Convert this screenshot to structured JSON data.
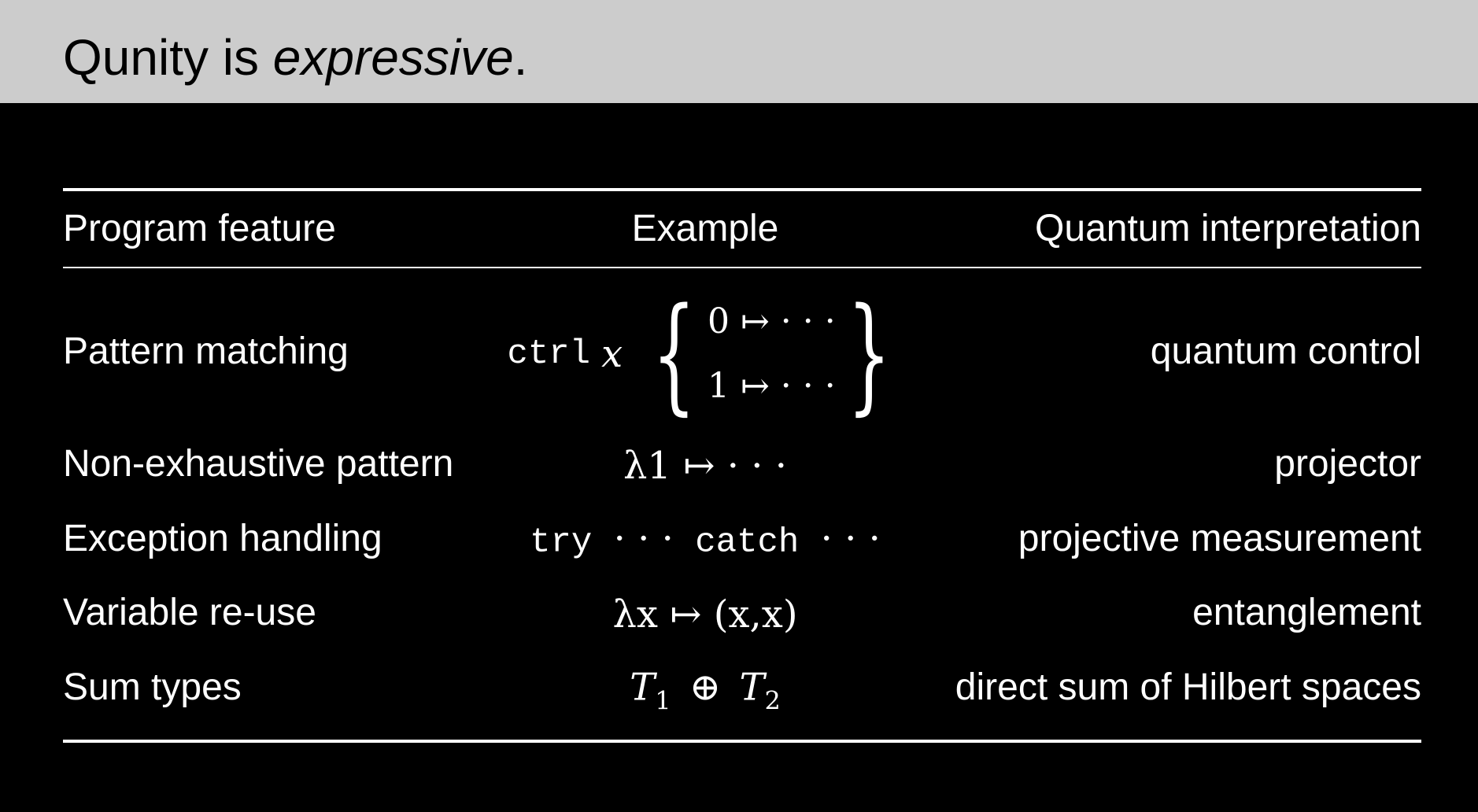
{
  "slide": {
    "title_prefix": "Qunity is ",
    "title_emph": "expressive",
    "title_suffix": "."
  },
  "table": {
    "headers": [
      "Program feature",
      "Example",
      "Quantum interpretation"
    ],
    "rows": [
      {
        "feature": "Pattern matching",
        "example": {
          "keyword": "ctrl",
          "var": "x",
          "case0": "0 ↦ · · ·",
          "case1": "1 ↦ · · ·",
          "lbrace": "{",
          "rbrace": "}"
        },
        "interpretation": "quantum control"
      },
      {
        "feature": "Non-exhaustive pattern",
        "example": "λ1 ↦ · · ·",
        "interpretation": "projector"
      },
      {
        "feature": "Exception handling",
        "example": {
          "kw1": "try",
          "dots1": "· · ·",
          "kw2": "catch",
          "dots2": "· · ·"
        },
        "interpretation": "projective measurement"
      },
      {
        "feature": "Variable re-use",
        "example": "λx ↦ (x,x)",
        "interpretation": "entanglement"
      },
      {
        "feature": "Sum types",
        "example": {
          "t1": "T",
          "s1": "1",
          "op": "⊕",
          "t2": "T",
          "s2": "2"
        },
        "interpretation": "direct sum of Hilbert spaces"
      }
    ]
  }
}
